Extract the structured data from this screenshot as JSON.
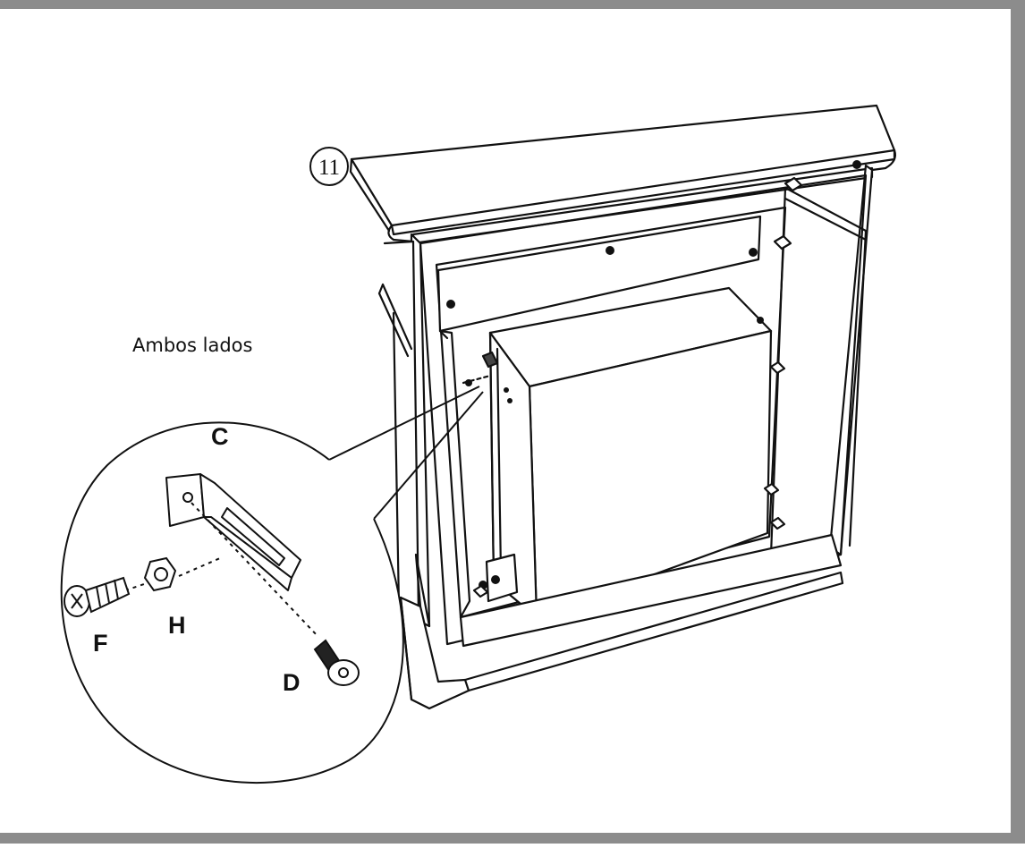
{
  "step": {
    "number": "11"
  },
  "caption": "Ambos lados",
  "parts": {
    "bracket": "C",
    "screw_long": "F",
    "nut": "H",
    "screw_short": "D"
  },
  "colors": {
    "frame": "#8c8c8c",
    "line": "#111111",
    "paper": "#ffffff"
  }
}
